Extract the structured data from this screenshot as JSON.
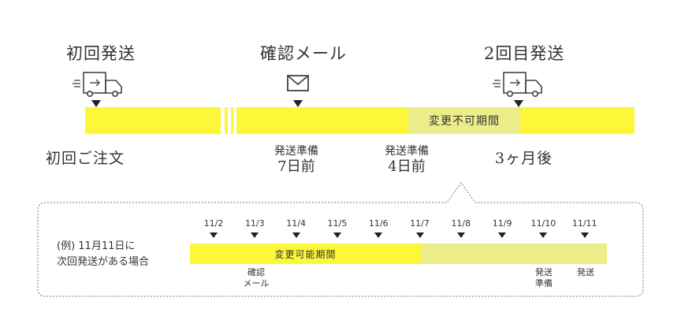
{
  "top": {
    "first_shipment": "初回発送",
    "confirm_mail": "確認メール",
    "second_shipment": "2回目発送",
    "first_order": "初回ご注文",
    "no_change_period": "変更不可期間",
    "prep_7_line1": "発送準備",
    "prep_7_line2": "7日前",
    "prep_4_line1": "発送準備",
    "prep_4_line2": "4日前",
    "three_months": "3ヶ月後"
  },
  "icons": {
    "first": "delivery-truck-icon",
    "mail": "envelope-icon",
    "second": "delivery-truck-icon"
  },
  "example": {
    "caption_line1": "(例) 11月11日に",
    "caption_line2": "次回発送がある場合",
    "dates": [
      "11/2",
      "11/3",
      "11/4",
      "11/5",
      "11/6",
      "11/7",
      "11/8",
      "11/9",
      "11/10",
      "11/11"
    ],
    "changeable_period": "変更可能期間",
    "confirm_line1": "確認",
    "confirm_line2": "メール",
    "prep_line1": "発送",
    "prep_line2": "準備",
    "ship": "発送"
  },
  "colors": {
    "yellow": "#fdf73a",
    "pale_yellow": "#ecec88",
    "text": "#333333"
  }
}
